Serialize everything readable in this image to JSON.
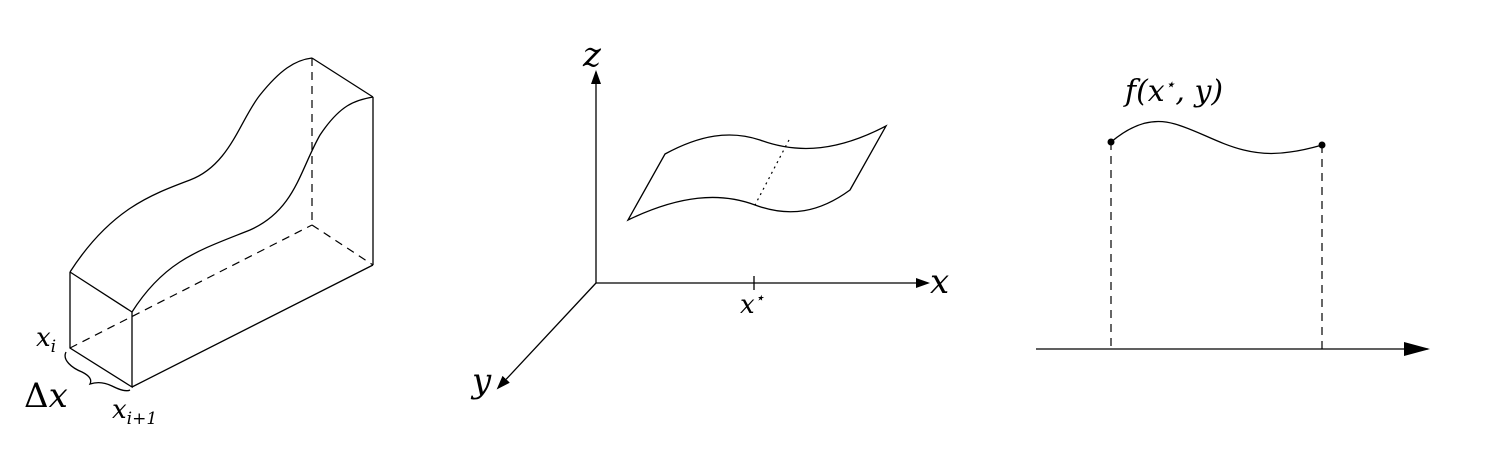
{
  "figure_left": {
    "label_xi": "x",
    "label_xi_sub": "i",
    "label_delta": "Δ",
    "label_delta_x": "x",
    "label_xi1": "x",
    "label_xi1_sub": "i+1"
  },
  "figure_middle": {
    "axis_z": "z",
    "axis_x": "x",
    "axis_y": "y",
    "tick_label": "x",
    "tick_label_sup": "⋆"
  },
  "figure_right": {
    "curve_label_f": "f(x",
    "curve_label_star": "⋆",
    "curve_label_rest": ", y)"
  }
}
